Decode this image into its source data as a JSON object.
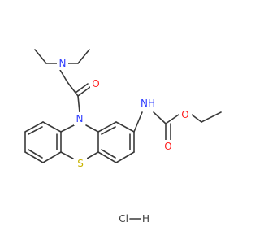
{
  "molecule": {
    "atom_labels": {
      "n_amine": "N",
      "n_ring": "N",
      "o_acyl": "O",
      "nh_carbamate": "NH",
      "o_ester": "O",
      "o_carbonyl": "O",
      "s_ring": "S"
    },
    "salt": {
      "cl": "Cl",
      "h": "H"
    }
  },
  "colors": {
    "bond": "#3a3a3a",
    "nitrogen": "#2f3dff",
    "oxygen": "#ff1e1e",
    "sulfur": "#c8b400",
    "carbon_hetero": "#3a3a3a"
  }
}
